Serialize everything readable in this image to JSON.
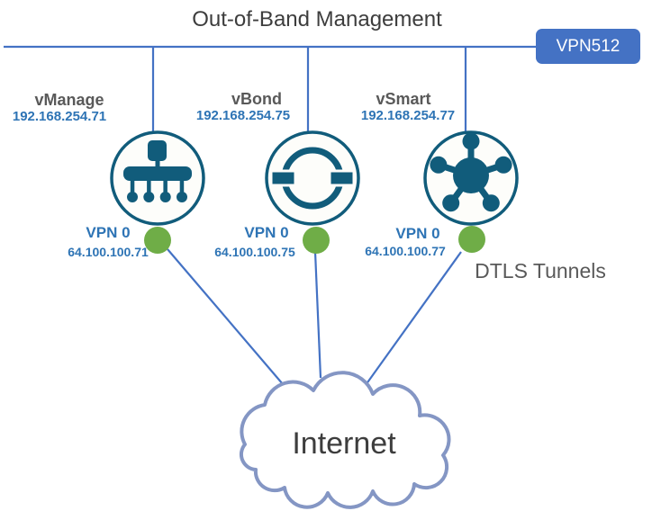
{
  "title": "Out-of-Band Management",
  "management_vpn": {
    "label": "VPN512"
  },
  "nodes": [
    {
      "name": "vManage",
      "mgmt_ip": "192.168.254.71",
      "transport_label": "VPN 0",
      "transport_ip": "64.100.100.71",
      "icon": "vmanage-controller-icon"
    },
    {
      "name": "vBond",
      "mgmt_ip": "192.168.254.75",
      "transport_label": "VPN 0",
      "transport_ip": "64.100.100.75",
      "icon": "vbond-orchestrator-icon"
    },
    {
      "name": "vSmart",
      "mgmt_ip": "192.168.254.77",
      "transport_label": "VPN 0",
      "transport_ip": "64.100.100.77",
      "icon": "vsmart-controller-icon"
    }
  ],
  "annotations": {
    "tunnels_label": "DTLS Tunnels"
  },
  "cloud": {
    "label": "Internet"
  },
  "theme": {
    "line_blue": "#4472c4",
    "node_teal": "#115c7b",
    "node_fill": "#fdfdfa",
    "dot_green": "#6fad47",
    "cloud_border": "#8496c4",
    "label_gray": "#595959",
    "title_gray": "#3d3d3d",
    "ip_blue": "#2e74b5",
    "box_text": "#ffffff"
  }
}
